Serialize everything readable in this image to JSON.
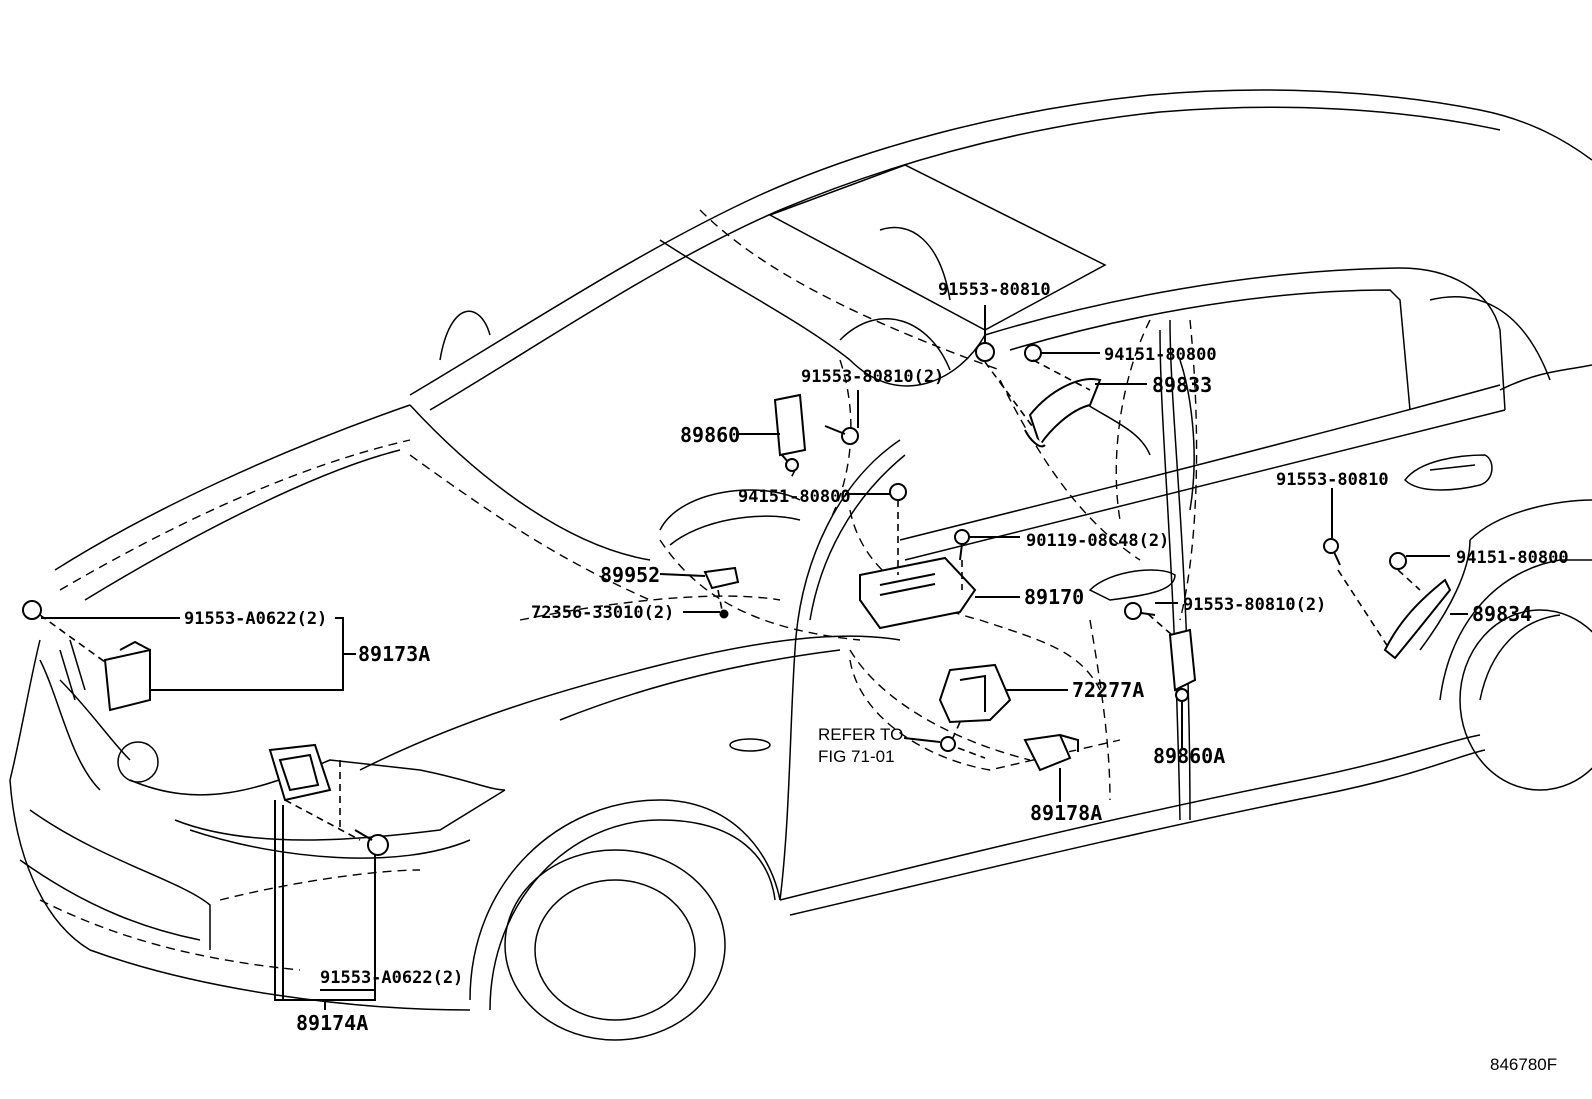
{
  "diagram_ref": "846780F",
  "callouts": {
    "p_91553_80810_top": "91553-80810",
    "p_91553_80810_2_left": "91553-80810(2)",
    "p_89860": "89860",
    "p_94151_80800_top": "94151-80800",
    "p_89833": "89833",
    "p_94151_80800_mid": "94151-80800",
    "p_90119_08C48": "90119-08C48(2)",
    "p_89952": "89952",
    "p_72356_33010": "72356-33010(2)",
    "p_89170": "89170",
    "p_91553_80810_right": "91553-80810",
    "p_94151_80800_right": "94151-80800",
    "p_91553_80810_2_mid": "91553-80810(2)",
    "p_89834": "89834",
    "p_91553_A0622_top": "91553-A0622(2)",
    "p_89173A": "89173A",
    "p_72277A": "72277A",
    "p_refer_to": "REFER TO",
    "p_fig_71_01": "FIG 71-01",
    "p_89860A": "89860A",
    "p_89178A": "89178A",
    "p_91553_A0622_bottom": "91553-A0622(2)",
    "p_89174A": "89174A"
  }
}
